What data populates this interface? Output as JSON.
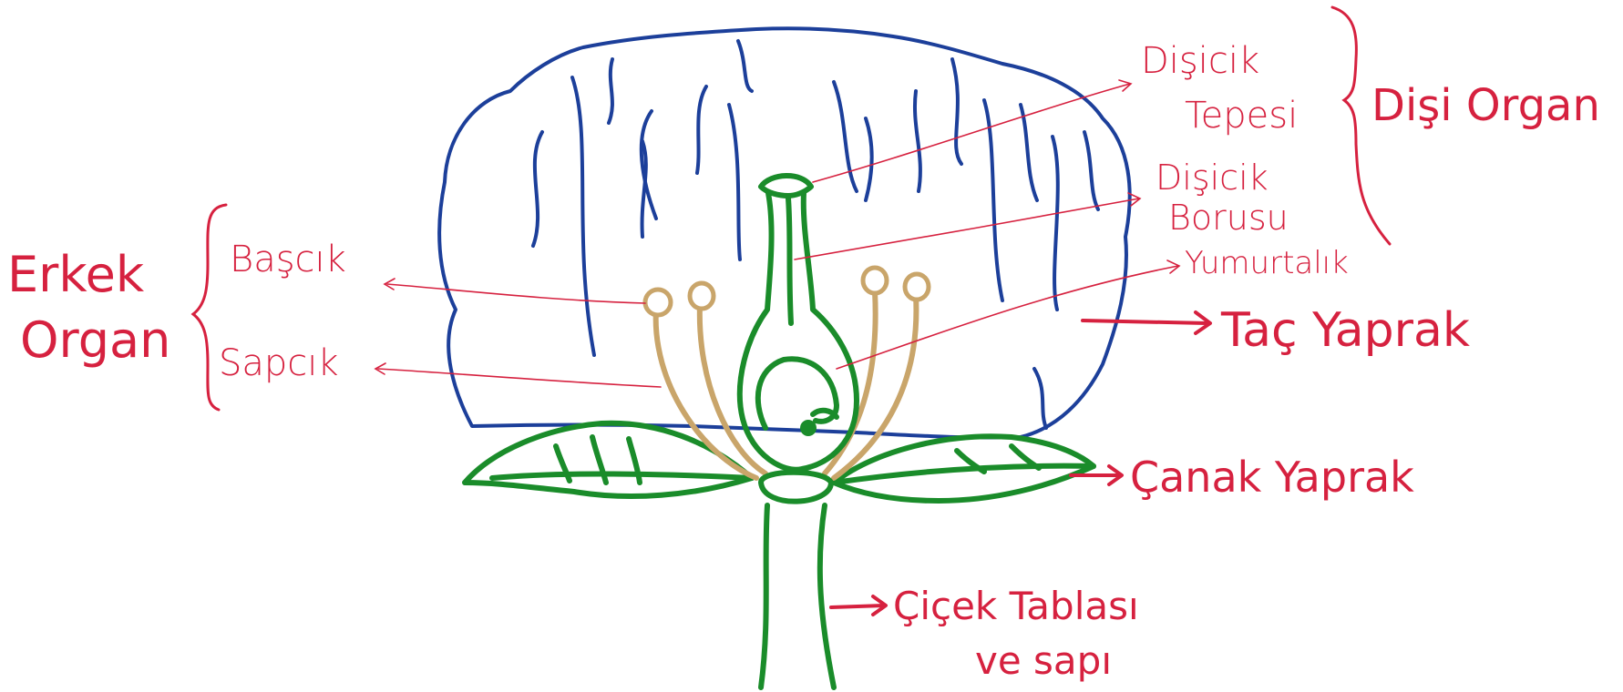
{
  "diagram": {
    "colors": {
      "label": "#d6213f",
      "petal": "#1c3f9a",
      "pistil_and_sepal": "#1a8c2a",
      "stamen": "#c9a56a",
      "background": "#ffffff"
    },
    "labels": {
      "erkek_line1": "Erkek",
      "erkek_line2": "Organ",
      "bascik": "Başcık",
      "sapcik": "Sapcık",
      "disicik_tepesi_line1": "Dişicik",
      "disicik_tepesi_line2": "Tepesi",
      "disicik_borusu_line1": "Dişicik",
      "disicik_borusu_line2": "Borusu",
      "yumurtalik": "Yumurtalık",
      "disi_organ": "Dişi Organ",
      "tac_yaprak": "Taç Yaprak",
      "canak_yaprak": "Çanak Yaprak",
      "cicek_tablasi_line1": "Çiçek Tablası",
      "cicek_tablasi_line2": "ve sapı"
    }
  }
}
